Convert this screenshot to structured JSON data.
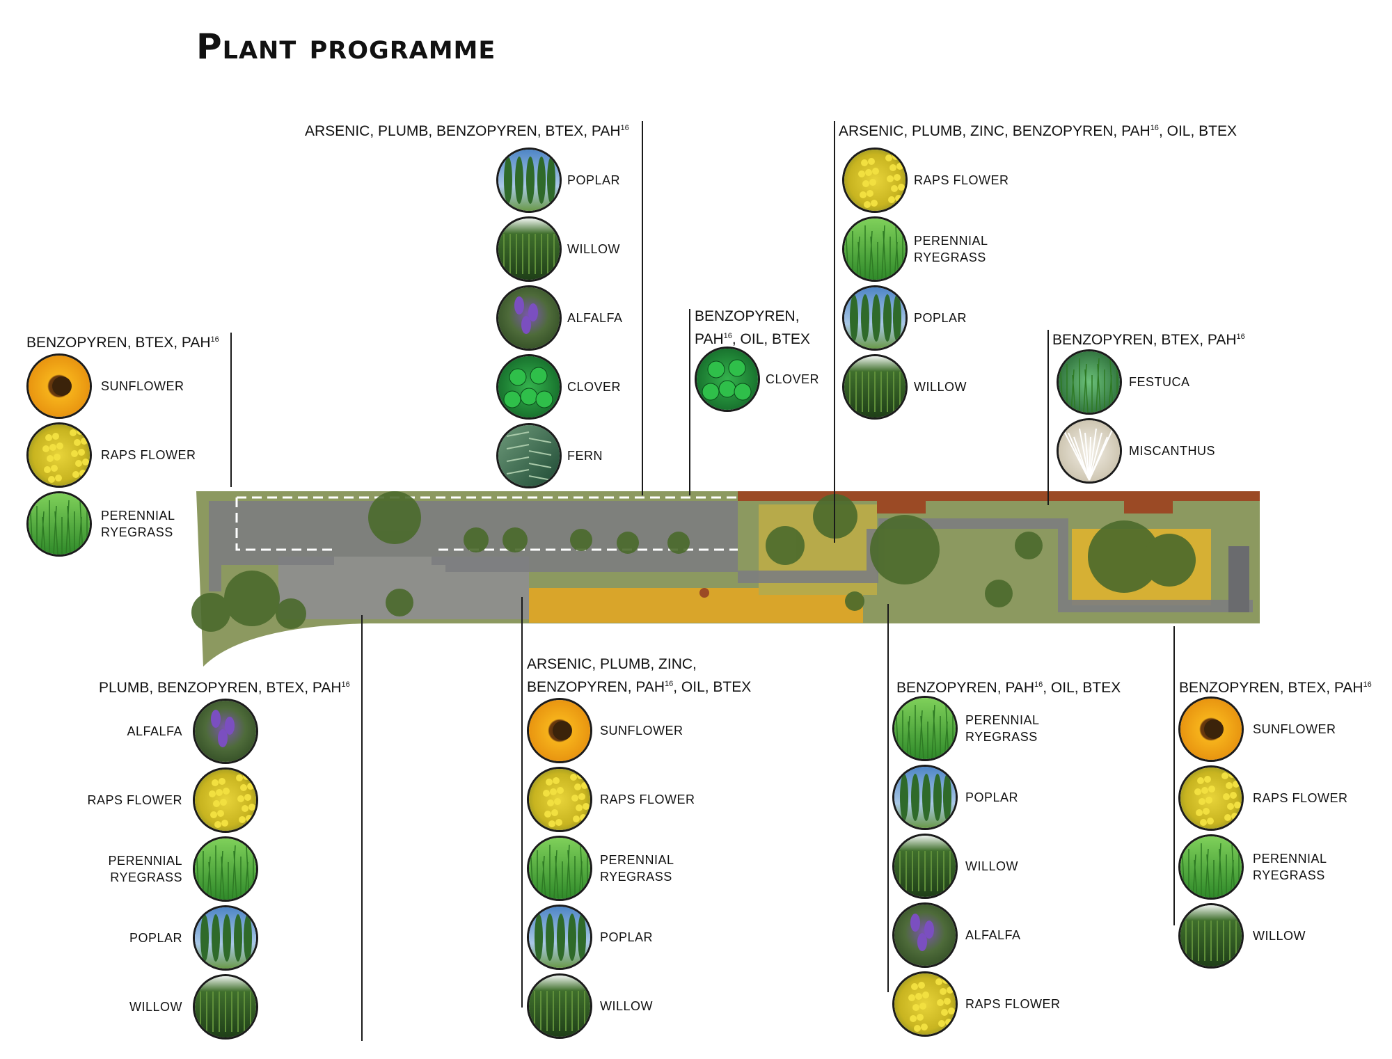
{
  "title": "Plant programme",
  "colors": {
    "sunflower": "#f2a81c",
    "raps": "#c9b51d",
    "grass": "#56b43b",
    "poplar": "#3e8a3c",
    "willow": "#2f5f24",
    "alfalfa": "#6a4c9a",
    "clover": "#1f8f3a",
    "fern": "#3c6b4a",
    "festuca": "#2e7d3b",
    "miscanthus": "#d8d2c4",
    "path": "#7c7d80",
    "rust": "#9b4a25"
  },
  "groups": [
    {
      "id": "g-top-left",
      "heading": "BENZOPYREN, BTEX, PAH",
      "superscript": "16",
      "plants": [
        {
          "label": "SUNFLOWER",
          "icon": "sunflower-icon"
        },
        {
          "label": "RAPS FLOWER",
          "icon": "raps-flower-icon"
        },
        {
          "label": "PERENNIAL RYEGRASS",
          "icon": "perennial-ryegrass-icon"
        }
      ]
    },
    {
      "id": "g-top-center",
      "heading": "ARSENIC, PLUMB, BENZOPYREN, BTEX, PAH",
      "superscript": "16",
      "plants": [
        {
          "label": "POPLAR",
          "icon": "poplar-icon"
        },
        {
          "label": "WILLOW",
          "icon": "willow-icon"
        },
        {
          "label": "ALFALFA",
          "icon": "alfalfa-icon"
        },
        {
          "label": "CLOVER",
          "icon": "clover-icon"
        },
        {
          "label": "FERN",
          "icon": "fern-icon"
        }
      ]
    },
    {
      "id": "g-top-mid",
      "heading_line1": "BENZOPYREN,",
      "heading_line2_pre": "PAH",
      "superscript": "16",
      "heading_line2_post": ", OIL, BTEX",
      "plants": [
        {
          "label": "CLOVER",
          "icon": "clover-icon"
        }
      ]
    },
    {
      "id": "g-top-right-a",
      "heading_pre": "ARSENIC, PLUMB, ZINC, BENZOPYREN, PAH",
      "superscript": "16",
      "heading_post": ", OIL, BTEX",
      "plants": [
        {
          "label": "RAPS FLOWER",
          "icon": "raps-flower-icon"
        },
        {
          "label": "PERENNIAL RYEGRASS",
          "icon": "perennial-ryegrass-icon"
        },
        {
          "label": "POPLAR",
          "icon": "poplar-icon"
        },
        {
          "label": "WILLOW",
          "icon": "willow-icon"
        }
      ]
    },
    {
      "id": "g-top-right-b",
      "heading": "BENZOPYREN, BTEX, PAH",
      "superscript": "16",
      "plants": [
        {
          "label": "FESTUCA",
          "icon": "festuca-icon"
        },
        {
          "label": "MISCANTHUS",
          "icon": "miscanthus-icon"
        }
      ]
    },
    {
      "id": "g-bottom-left",
      "heading": "PLUMB, BENZOPYREN, BTEX, PAH",
      "superscript": "16",
      "plants": [
        {
          "label": "ALFALFA",
          "icon": "alfalfa-icon"
        },
        {
          "label": "RAPS FLOWER",
          "icon": "raps-flower-icon"
        },
        {
          "label": "PERENNIAL RYEGRASS",
          "icon": "perennial-ryegrass-icon"
        },
        {
          "label": "POPLAR",
          "icon": "poplar-icon"
        },
        {
          "label": "WILLOW",
          "icon": "willow-icon"
        }
      ]
    },
    {
      "id": "g-bottom-center",
      "heading_line1": "ARSENIC, PLUMB, ZINC,",
      "heading_line2_pre": "BENZOPYREN, PAH",
      "superscript": "16",
      "heading_line2_post": ", OIL, BTEX",
      "plants": [
        {
          "label": "SUNFLOWER",
          "icon": "sunflower-icon"
        },
        {
          "label": "RAPS FLOWER",
          "icon": "raps-flower-icon"
        },
        {
          "label": "PERENNIAL RYEGRASS",
          "icon": "perennial-ryegrass-icon"
        },
        {
          "label": "POPLAR",
          "icon": "poplar-icon"
        },
        {
          "label": "WILLOW",
          "icon": "willow-icon"
        }
      ]
    },
    {
      "id": "g-bottom-right-a",
      "heading_pre": "BENZOPYREN, PAH",
      "superscript": "16",
      "heading_post": ", OIL, BTEX",
      "plants": [
        {
          "label": "PERENNIAL RYEGRASS",
          "icon": "perennial-ryegrass-icon"
        },
        {
          "label": "POPLAR",
          "icon": "poplar-icon"
        },
        {
          "label": "WILLOW",
          "icon": "willow-icon"
        },
        {
          "label": "ALFALFA",
          "icon": "alfalfa-icon"
        },
        {
          "label": "RAPS FLOWER",
          "icon": "raps-flower-icon"
        }
      ]
    },
    {
      "id": "g-bottom-right-b",
      "heading": "BENZOPYREN, BTEX, PAH",
      "superscript": "16",
      "plants": [
        {
          "label": "SUNFLOWER",
          "icon": "sunflower-icon"
        },
        {
          "label": "RAPS FLOWER",
          "icon": "raps-flower-icon"
        },
        {
          "label": "PERENNIAL RYEGRASS",
          "icon": "perennial-ryegrass-icon"
        },
        {
          "label": "WILLOW",
          "icon": "willow-icon"
        }
      ]
    }
  ]
}
